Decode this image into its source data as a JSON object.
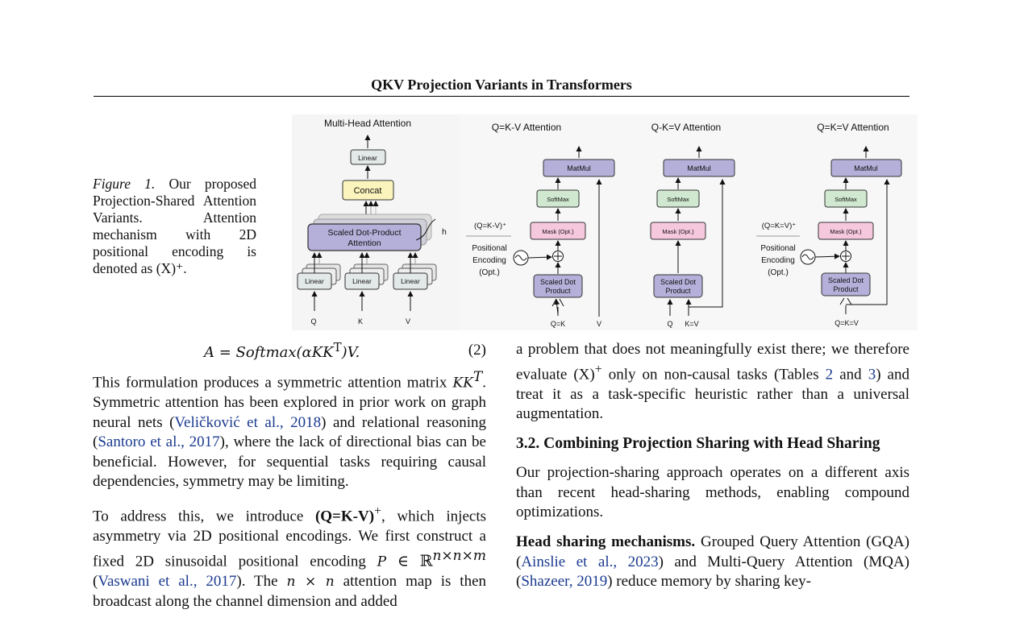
{
  "header": {
    "title": "QKV Projection Variants in Transformers"
  },
  "caption": {
    "label": "Figure 1.",
    "text": "Our proposed Projection-Shared Attention Variants. Attention mechanism with 2D positional encoding is denoted as (X)⁺."
  },
  "figure": {
    "mha": {
      "title": "Multi-Head Attention",
      "linear_top": "Linear",
      "concat": "Concat",
      "sdpa_line1": "Scaled Dot-Product",
      "sdpa_line2": "Attention",
      "h": "h",
      "linear": "Linear",
      "q": "Q",
      "k": "K",
      "v": "V"
    },
    "qkv1": {
      "title": "Q=K-V Attention",
      "matmul": "MatMul",
      "softmax": "SoftMax",
      "mask": "Mask (Opt.)",
      "sdp1": "Scaled Dot",
      "sdp2": "Product",
      "plus_label": "(Q=K-V)⁺",
      "pe1": "Positional",
      "pe2": "Encoding",
      "pe3": "(Opt.)",
      "in1": "Q=K",
      "in2": "V"
    },
    "qkv2": {
      "title": "Q-K=V Attention",
      "matmul": "MatMul",
      "softmax": "SoftMax",
      "mask": "Mask (Opt.)",
      "sdp1": "Scaled Dot",
      "sdp2": "Product",
      "in1": "Q",
      "in2": "K=V"
    },
    "qkv3": {
      "title": "Q=K=V Attention",
      "matmul": "MatMul",
      "softmax": "SoftMax",
      "mask": "Mask (Opt.)",
      "sdp1": "Scaled Dot",
      "sdp2": "Product",
      "plus_label": "(Q=K=V)⁺",
      "pe1": "Positional",
      "pe2": "Encoding",
      "pe3": "(Opt.)",
      "in1": "Q=K=V"
    }
  },
  "left": {
    "eq_a": "A = Softmax(αKK",
    "eq_sup": "T",
    "eq_b": ")V.",
    "eq_num": "(2)",
    "p1_a": "This formulation produces a symmetric attention matrix ",
    "p1_kk": "KK",
    "p1_t": "T",
    "p1_b": ". Symmetric attention has been explored in prior work on graph neural nets (",
    "cite1": "Veličković et al., 2018",
    "p1_c": ") and relational reasoning (",
    "cite2": "Santoro et al., 2017",
    "p1_d": "), where the lack of directional bias can be beneficial. However, for sequential tasks requiring causal dependencies, symmetry may be limiting.",
    "p2_a": "To address this, we introduce ",
    "p2_bold": "(Q=K-V)",
    "p2_plus": "+",
    "p2_b": ", which injects asymmetry via 2D positional encodings. We first construct a fixed 2D sinusoidal positional encoding ",
    "p2_P": "P",
    "p2_in": " ∈ ℝ",
    "p2_sup": "n×n×m",
    "p2_c": " (",
    "cite3": "Vaswani et al., 2017",
    "p2_d": "). The ",
    "p2_nn": "n × n",
    "p2_e": " attention map is then broadcast along the channel dimension and added"
  },
  "right": {
    "p1_a": "a problem that does not meaningfully exist there; we therefore evaluate (X)",
    "p1_plus": "+",
    "p1_b": " only on non-causal tasks (Tables ",
    "ref2": "2",
    "p1_and": " and ",
    "ref3": "3",
    "p1_c": ") and treat it as a task-specific heuristic rather than a universal augmentation.",
    "section": "3.2. Combining Projection Sharing with Head Sharing",
    "p2": "Our projection-sharing approach operates on a different axis than recent head-sharing methods, enabling compound optimizations.",
    "p3_bold": "Head sharing mechanisms.",
    "p3_a": " Grouped Query Attention (GQA) (",
    "cite4": "Ainslie et al., 2023",
    "p3_b": ") and Multi-Query Attention (MQA) (",
    "cite5": "Shazeer, 2019",
    "p3_c": ") reduce memory by sharing key-"
  }
}
